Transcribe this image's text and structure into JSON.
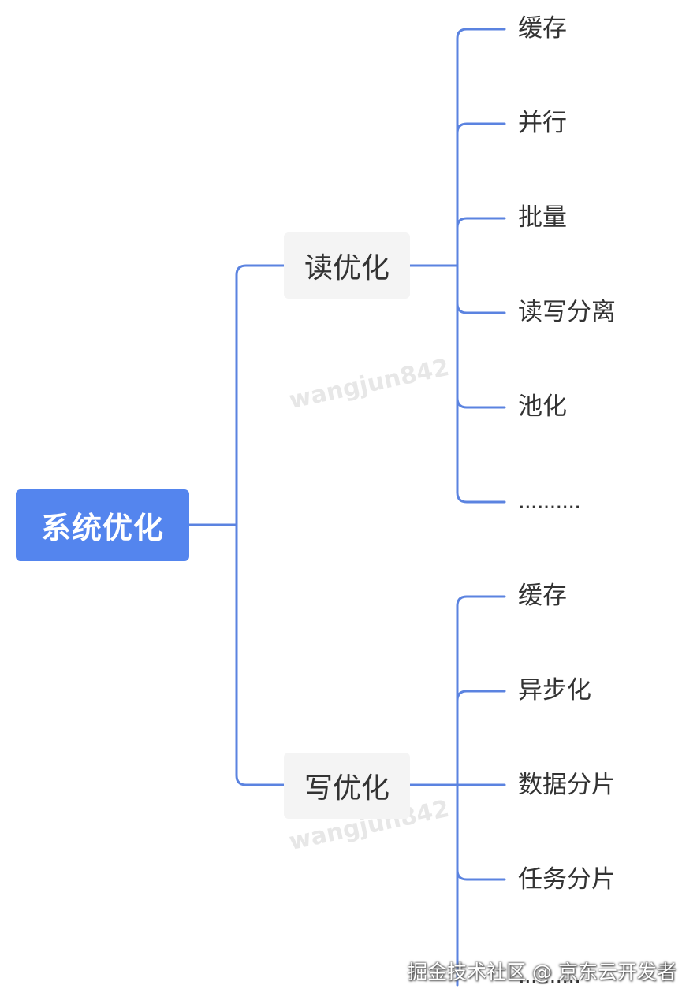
{
  "root": {
    "label": "系统优化",
    "color": "#5485ee"
  },
  "branches": [
    {
      "label": "读优化",
      "leaves": [
        "缓存",
        "并行",
        "批量",
        "读写分离",
        "池化",
        ".........."
      ]
    },
    {
      "label": "写优化",
      "leaves": [
        "缓存",
        "异步化",
        "数据分片",
        "任务分片",
        ".........."
      ]
    }
  ],
  "line_color": "#5b83e0",
  "watermark": "wangjun842",
  "footer": "掘金技术社区 @ 京东云开发者"
}
